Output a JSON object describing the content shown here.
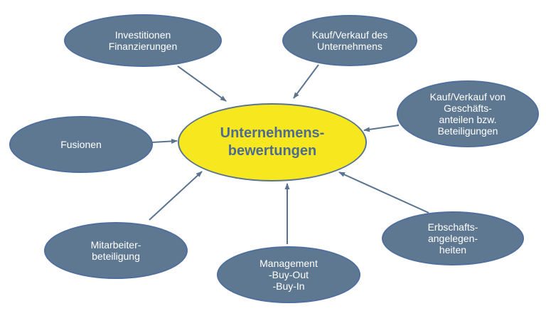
{
  "colors": {
    "background": "#ffffff",
    "node_fill": "#5e7891",
    "node_border": "#4f6f9e",
    "node_text": "#ffffff",
    "center_fill": "#f7e71e",
    "center_border": "#5a7590",
    "center_text": "#4e6d8e",
    "arrow": "#5a7490"
  },
  "diagram": {
    "type": "hub-and-spoke",
    "center": {
      "id": "unternehmensbewertungen",
      "label": "Unternehmens-\nbewertungen"
    },
    "nodes": [
      {
        "id": "investitionen-finanzierungen",
        "label": "Investitionen\nFinanzierungen"
      },
      {
        "id": "kauf-verkauf-des-unternehmens",
        "label": "Kauf/Verkauf des\nUnternehmens"
      },
      {
        "id": "kauf-verkauf-von-geschaeftsanteilen",
        "label": "Kauf/Verkauf von\nGeschäfts-\nanteilen bzw.\nBeteiligungen"
      },
      {
        "id": "fusionen",
        "label": "Fusionen"
      },
      {
        "id": "mitarbeiterbeteiligung",
        "label": "Mitarbeiter-\nbeteiligung"
      },
      {
        "id": "management-buy-out-buy-in",
        "label": "Management\n-Buy-Out\n-Buy-In"
      },
      {
        "id": "erbschaftsangelegenheiten",
        "label": "Erbschafts-\nangelegen-\nheiten"
      }
    ],
    "edges_note": "all seven outer nodes point toward the center node"
  }
}
